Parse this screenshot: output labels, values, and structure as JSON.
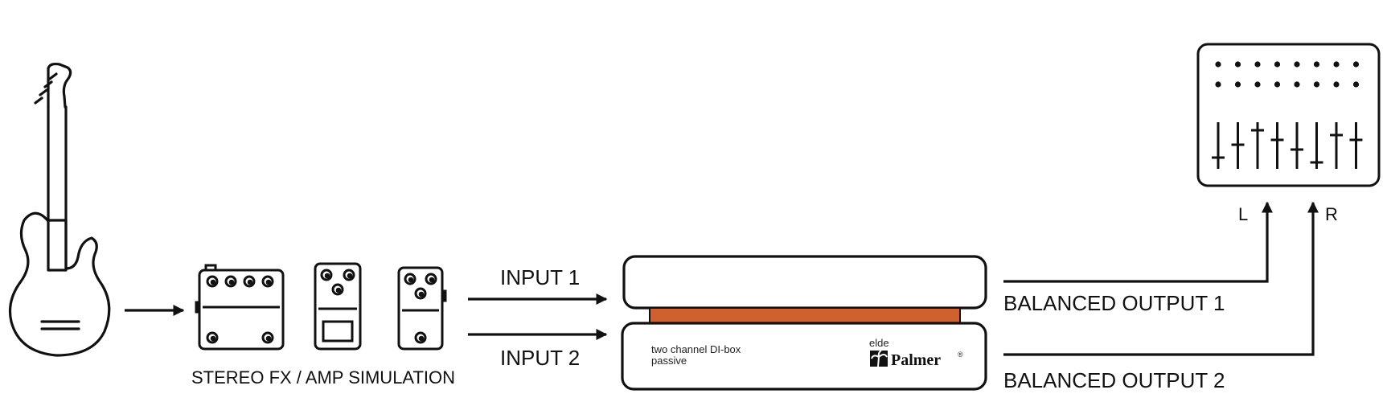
{
  "labels": {
    "stereo_fx": "STEREO FX / AMP SIMULATION",
    "input_1": "INPUT 1",
    "input_2": "INPUT 2",
    "balanced_output_1": "BALANCED OUTPUT 1",
    "balanced_output_2": "BALANCED OUTPUT 2",
    "left_channel": "L",
    "right_channel": "R"
  },
  "di_box": {
    "description_line1": "two channel DI-box",
    "description_line2": "passive",
    "brand_small": "elde",
    "brand_name": "Palmer",
    "registered_mark": "®",
    "stripe_color": "#d0612e"
  },
  "icons": {
    "guitar": "electric-guitar-icon",
    "pedal_1": "effects-pedal-icon",
    "pedal_2": "effects-pedal-icon",
    "pedal_3": "effects-pedal-icon",
    "mixer": "mixing-console-icon",
    "brand_logo": "palm-tree-icon"
  }
}
